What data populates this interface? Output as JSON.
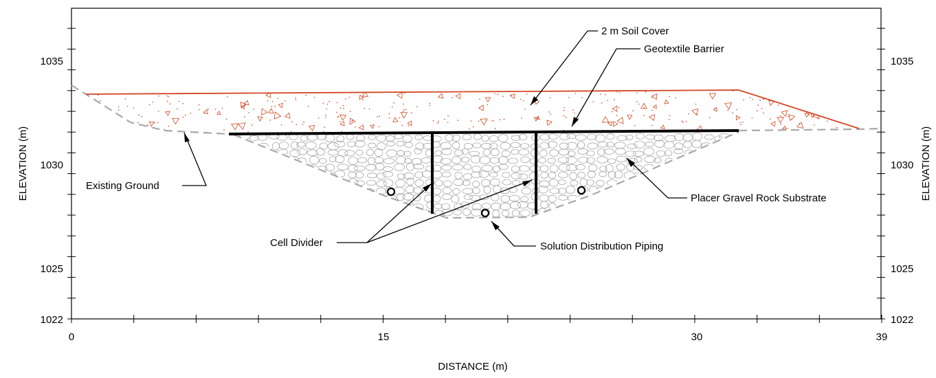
{
  "axes": {
    "xlabel": "DISTANCE (m)",
    "ylabel_left": "ELEVATION (m)",
    "ylabel_right": "ELEVATION (m)",
    "xticks": [
      "0",
      "15",
      "30",
      "39"
    ],
    "yticks": [
      "1035",
      "1030",
      "1025",
      "1022"
    ]
  },
  "labels": {
    "soil_cover": "2 m Soil Cover",
    "geotextile": "Geotextile Barrier",
    "existing_ground": "Existing Ground",
    "placer_gravel": "Placer Gravel Rock Substrate",
    "cell_divider": "Cell Divider",
    "piping": "Solution Distribution Piping"
  },
  "colors": {
    "soil": "#d2451f",
    "ground": "#a8a8a8",
    "barrier": "#000000"
  }
}
